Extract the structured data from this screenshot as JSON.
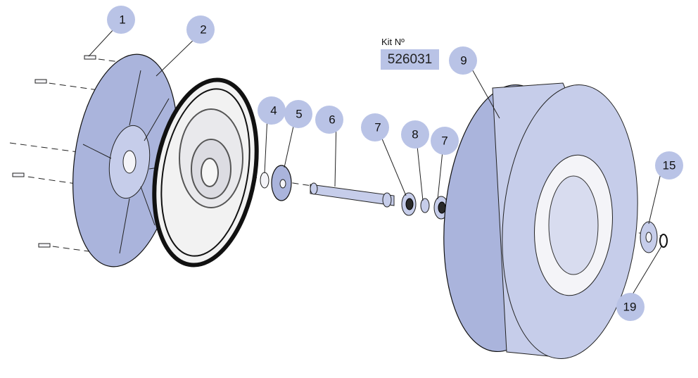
{
  "kit": {
    "label": "Kit Nº",
    "number": "526031"
  },
  "callouts": [
    {
      "id": "c1",
      "label": "1"
    },
    {
      "id": "c2",
      "label": "2"
    },
    {
      "id": "c4",
      "label": "4"
    },
    {
      "id": "c5",
      "label": "5"
    },
    {
      "id": "c6",
      "label": "6"
    },
    {
      "id": "c7a",
      "label": "7"
    },
    {
      "id": "c8",
      "label": "8"
    },
    {
      "id": "c7b",
      "label": "7"
    },
    {
      "id": "c9",
      "label": "9"
    },
    {
      "id": "c15",
      "label": "15"
    },
    {
      "id": "c19",
      "label": "19"
    }
  ],
  "colors": {
    "callout": "#b9c3e6",
    "part": "#aab4dc",
    "line": "#222222"
  }
}
